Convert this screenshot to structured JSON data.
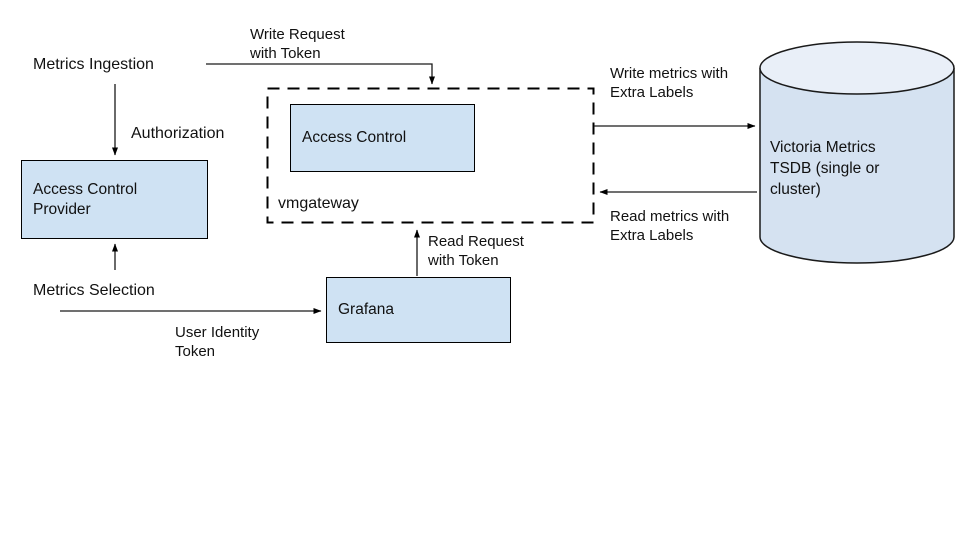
{
  "colors": {
    "node_fill": "#cfe2f3",
    "node_border": "#000000",
    "cylinder_body": "#d5e2f1",
    "cylinder_top": "#e9eff8",
    "line": "#000000",
    "text": "#111111"
  },
  "nodes": {
    "metrics_ingestion": {
      "label": "Metrics Ingestion"
    },
    "access_control_provider": {
      "label": "Access Control\nProvider"
    },
    "vmgateway": {
      "label": "vmgateway"
    },
    "access_control": {
      "label": "Access Control"
    },
    "grafana": {
      "label": "Grafana"
    },
    "metrics_selection": {
      "label": "Metrics Selection"
    },
    "tsdb": {
      "label": "Victoria Metrics\nTSDB (single or\ncluster)"
    }
  },
  "edges": {
    "write_request": {
      "label": "Write Request\nwith Token"
    },
    "authorization": {
      "label": "Authorization"
    },
    "read_request": {
      "label": "Read Request\nwith Token"
    },
    "user_identity_token": {
      "label": "User Identity\nToken"
    },
    "write_metrics": {
      "label": "Write metrics with\nExtra Labels"
    },
    "read_metrics": {
      "label": "Read metrics with\nExtra Labels"
    }
  }
}
